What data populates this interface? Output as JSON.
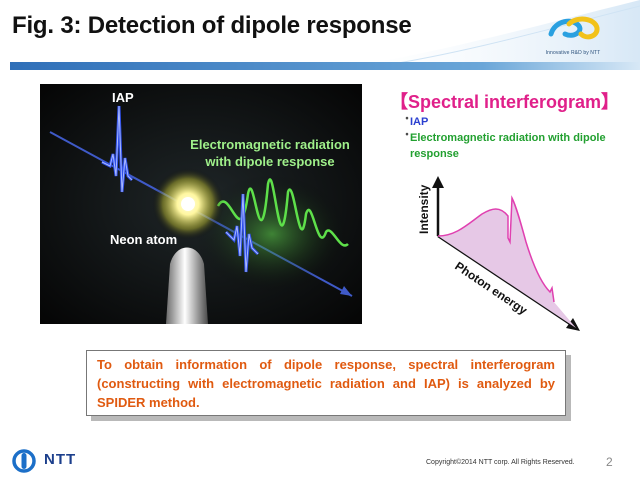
{
  "slide": {
    "title": "Fig. 3: Detection of dipole response",
    "logo_text": "Innovative R&D by NTT",
    "page_number": "2",
    "copyright": "Copyright©2014 NTT corp. All Rights Reserved."
  },
  "figure": {
    "iap_label": "IAP",
    "em_label_line1": "Electromagnetic radiation",
    "em_label_line2": "with dipole response",
    "neon_label": "Neon atom"
  },
  "interferogram": {
    "title": "【Spectral interferogram】",
    "legend": [
      {
        "bullet": "・",
        "text": "IAP",
        "color": "#2a3fd0"
      },
      {
        "bullet": "・",
        "text": "Electromagnetic radiation with dipole response",
        "color": "#22a030"
      }
    ],
    "y_axis": "Intensity",
    "x_axis": "Photon energy",
    "curve_color": "#e040b0"
  },
  "textbox": {
    "text": "To obtain information of dipole response, spectral interferogram (constructing with electromagnetic radiation and IAP) is analyzed by SPIDER method.",
    "color": "#e05a10"
  },
  "footer": {
    "brand": "NTT",
    "brand_color": "#1c3f8c"
  }
}
